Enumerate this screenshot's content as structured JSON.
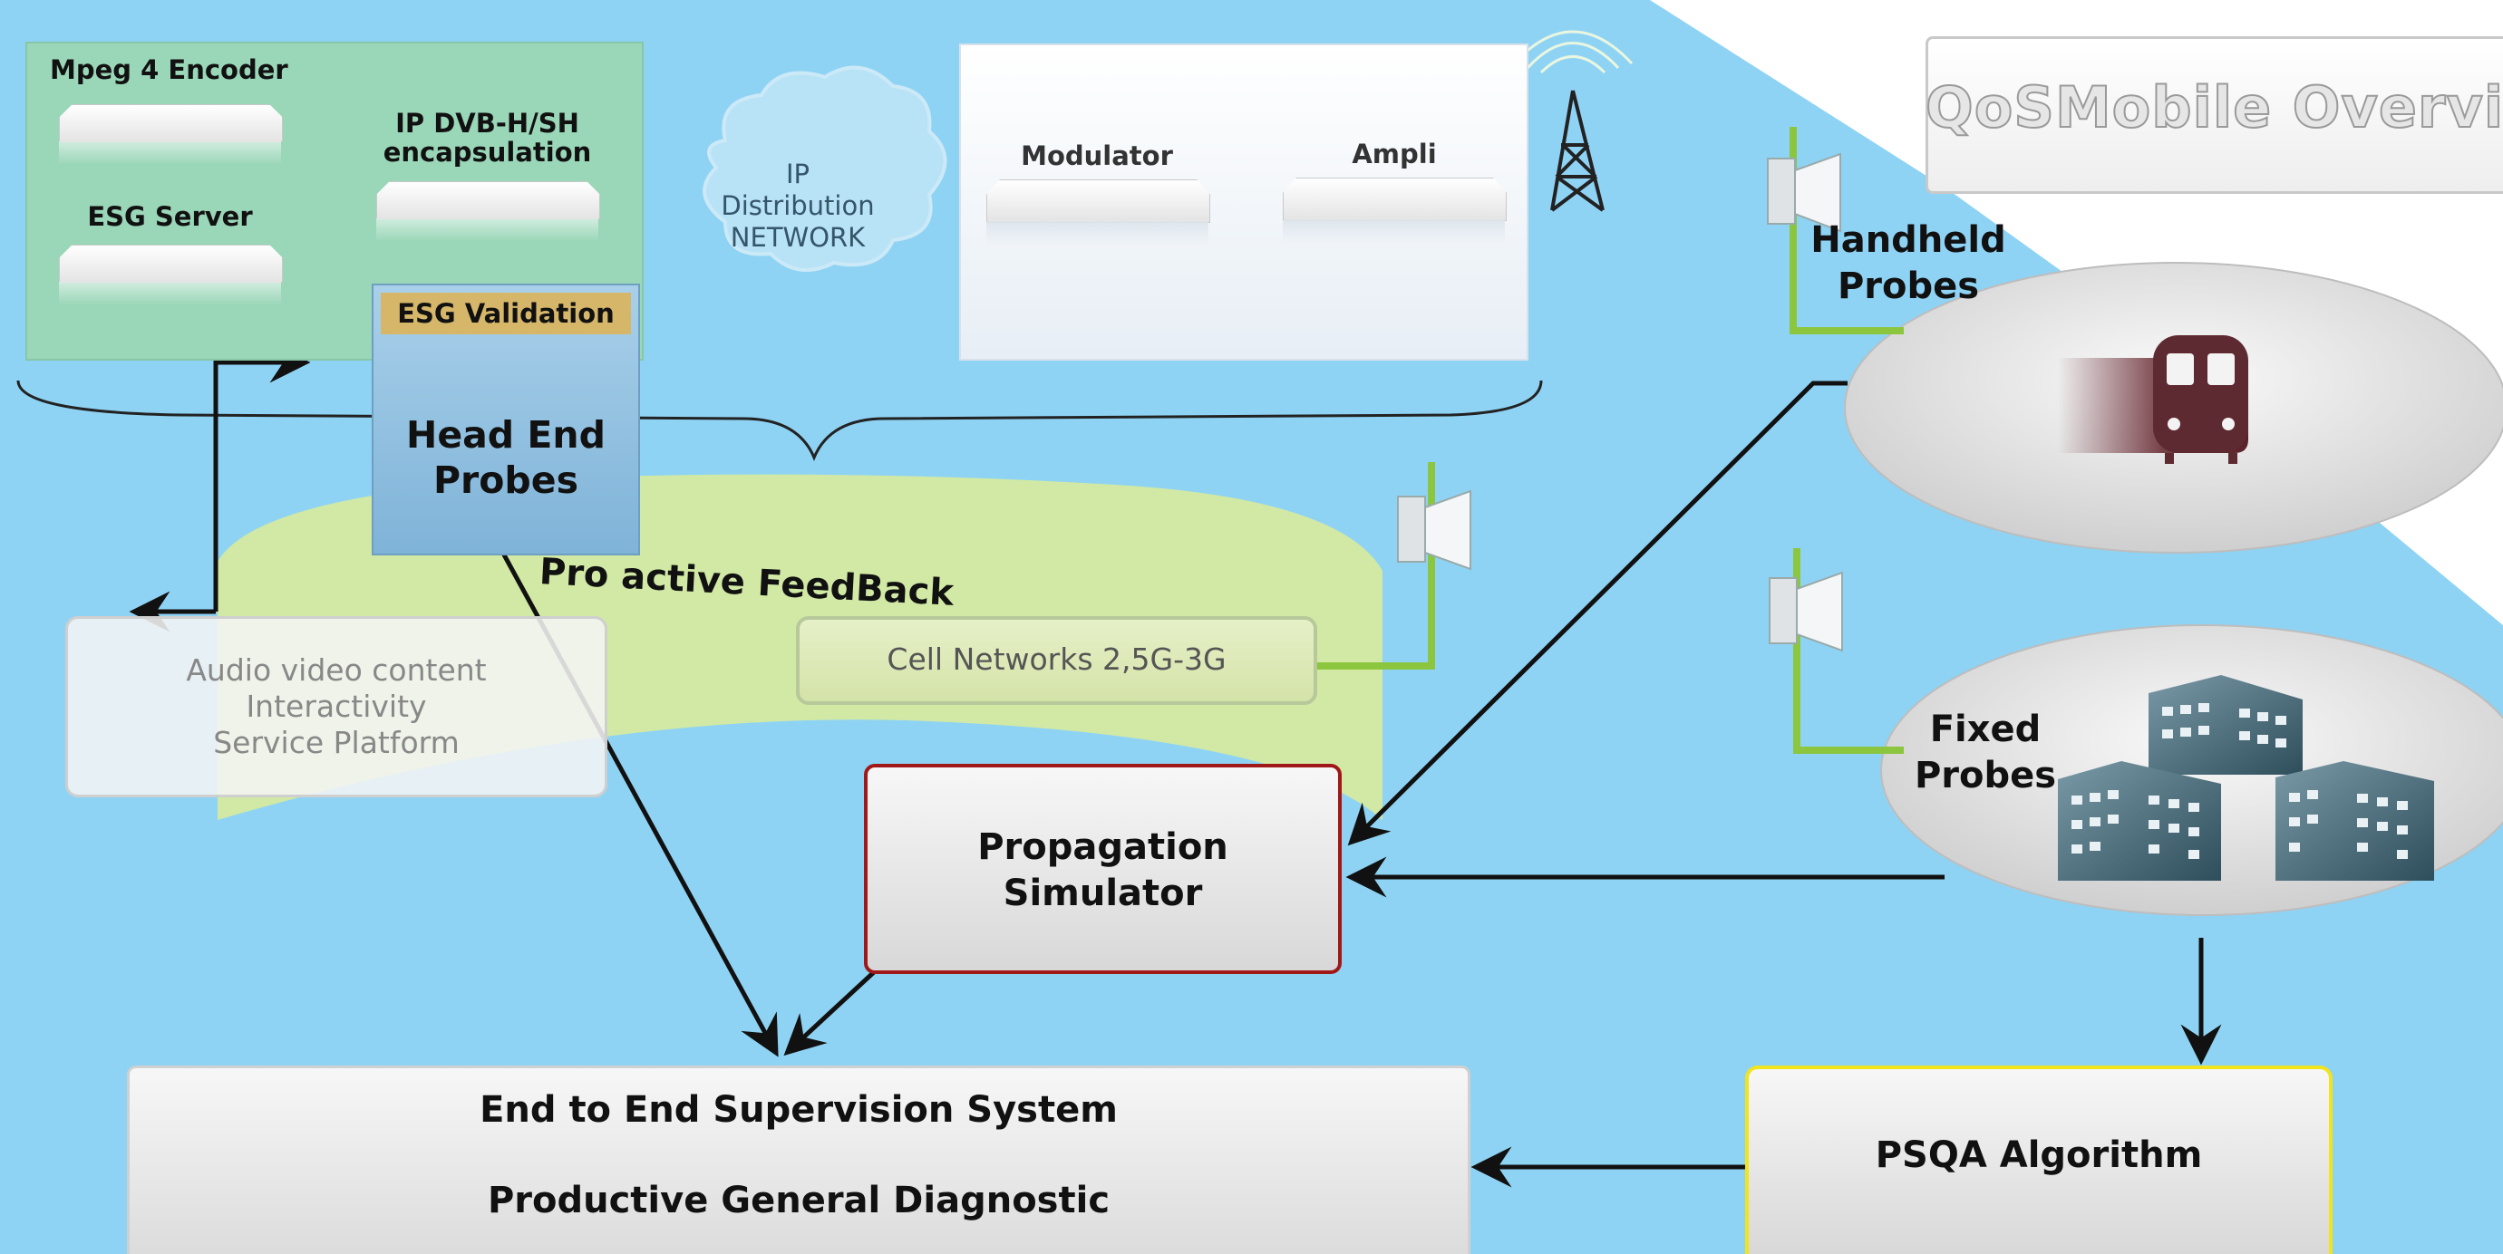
{
  "title": "QoSMobile Overview",
  "headend": {
    "mpeg_encoder": "Mpeg 4 Encoder",
    "ip_dvb_encapsulation": "IP DVB-H/SH encapsulation",
    "esg_server": "ESG Server",
    "esg_validation": "ESG Validation",
    "head_end_probes_line1": "Head End",
    "head_end_probes_line2": "Probes"
  },
  "ip_distribution": {
    "line1": "IP",
    "line2": "Distribution",
    "line3": "NETWORK"
  },
  "transmit": {
    "modulator": "Modulator",
    "ampli": "Ampli"
  },
  "feedback_label": "Pro active FeedBack",
  "platform": {
    "line1": "Audio video content",
    "line2": "Interactivity",
    "line3": "Service Platform"
  },
  "cell_networks": "Cell Networks 2,5G-3G",
  "handheld_probes": {
    "line1": "Handheld",
    "line2": "Probes"
  },
  "fixed_probes": {
    "line1": "Fixed",
    "line2": "Probes"
  },
  "propagation_simulator": {
    "line1": "Propagation",
    "line2": "Simulator"
  },
  "supervision": {
    "line1": "End to End Supervision System",
    "line2": "Productive General Diagnostic"
  },
  "psqa": "PSQA Algorithm",
  "icons": [
    "antenna-tower-icon",
    "probe-antenna-icon",
    "train-icon",
    "buildings-icon",
    "cloud-icon"
  ],
  "colors": {
    "background": "#8fd3f4",
    "headend_panel": "#9ad6b8",
    "esg_validation": "#d6b76a",
    "propagation_border": "#a01818",
    "psqa_border": "#f2e41c",
    "feedback_band": "#d7ea9c",
    "probe_green": "#8cc63f"
  }
}
